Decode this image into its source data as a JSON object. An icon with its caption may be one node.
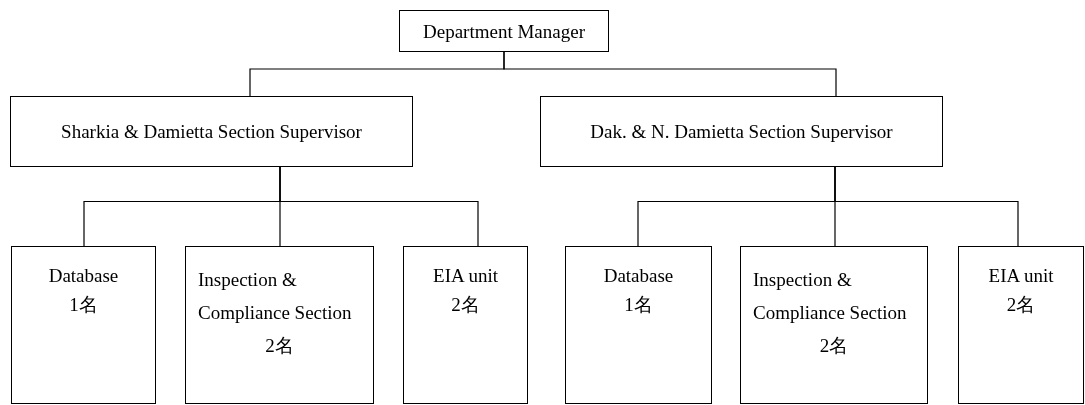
{
  "diagram": {
    "nodes": [
      {
        "text": [
          "Department Manager"
        ]
      },
      {
        "text": [
          "Sharkia & Damietta Section Supervisor"
        ]
      },
      {
        "text": [
          "Dak. & N. Damietta Section Supervisor"
        ]
      },
      {
        "text": [
          "Database",
          "1名"
        ]
      },
      {
        "text": [
          "Inspection & Compliance Section",
          "2名"
        ]
      },
      {
        "text": [
          "EIA unit",
          "2名"
        ]
      },
      {
        "text": [
          "Database",
          "1名"
        ]
      },
      {
        "text": [
          "Inspection & Compliance Section",
          "2名"
        ]
      },
      {
        "text": [
          "EIA unit",
          "2名"
        ]
      }
    ],
    "edges": [
      {
        "from": 0,
        "to": 1,
        "arrow": "none"
      },
      {
        "from": 0,
        "to": 2,
        "arrow": "none"
      },
      {
        "from": 1,
        "to": 3,
        "arrow": "none"
      },
      {
        "from": 1,
        "to": 4,
        "arrow": "none"
      },
      {
        "from": 1,
        "to": 5,
        "arrow": "none"
      },
      {
        "from": 2,
        "to": 6,
        "arrow": "none"
      },
      {
        "from": 2,
        "to": 7,
        "arrow": "none"
      },
      {
        "from": 2,
        "to": 8,
        "arrow": "none"
      }
    ]
  }
}
